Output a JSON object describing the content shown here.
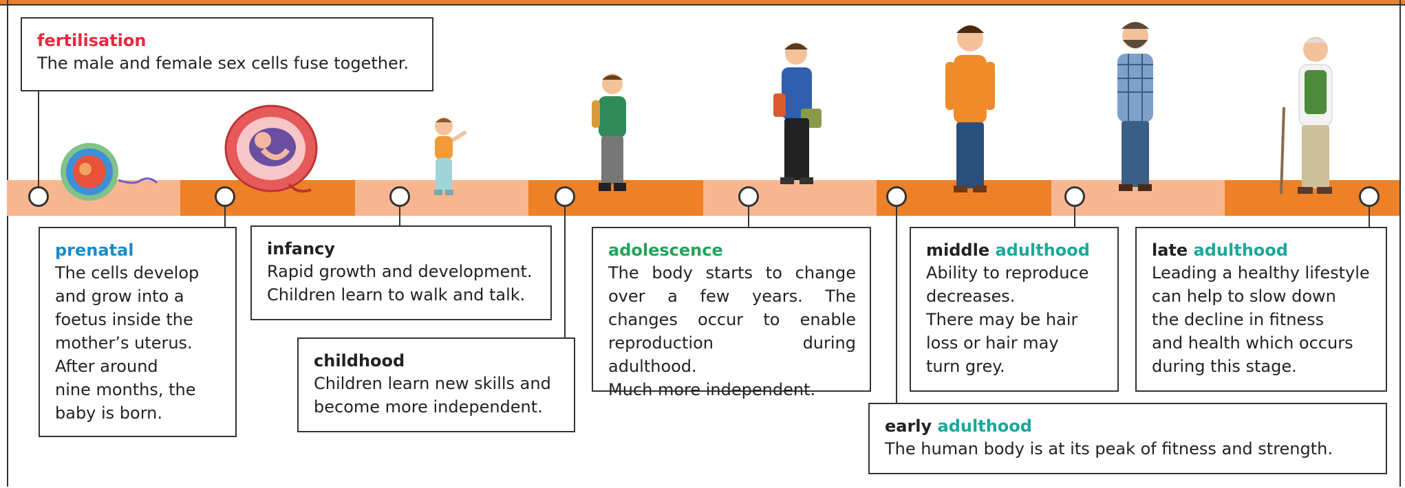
{
  "stages": {
    "fertilisation": {
      "title_parts": [
        {
          "text": "fertilisation",
          "color": "#e8283a"
        }
      ],
      "description": "The male and female sex cells fuse together."
    },
    "prenatal": {
      "title_parts": [
        {
          "text": "prenatal",
          "color": "#1a8cc6"
        }
      ],
      "description": "The cells develop\nand grow into a\nfoetus inside the\nmother’s uterus.\nAfter around\nnine months, the\nbaby is born."
    },
    "infancy": {
      "title_parts": [
        {
          "text": "infancy",
          "color": "#222222"
        }
      ],
      "description": "Rapid growth and development.\nChildren learn to walk and talk."
    },
    "childhood": {
      "title_parts": [
        {
          "text": "childhood",
          "color": "#222222"
        }
      ],
      "description": "Children learn new skills and\nbecome more independent."
    },
    "adolescence": {
      "title_parts": [
        {
          "text": "adolescence",
          "color": "#22a35a"
        }
      ],
      "description": "The body starts to change over a few years. The changes occur to enable reproduction during adulthood.\nMuch more independent."
    },
    "early_adulthood": {
      "title_parts": [
        {
          "text": "early",
          "color": "#222222"
        },
        {
          "text": "adulthood",
          "color": "#1aa89a"
        }
      ],
      "description": "The human body is at its peak of fitness and strength."
    },
    "middle_adulthood": {
      "title_parts": [
        {
          "text": "middle",
          "color": "#222222"
        },
        {
          "text": "adulthood",
          "color": "#1aa89a"
        }
      ],
      "description": "Ability to reproduce\ndecreases.\nThere may be hair\nloss or hair may\nturn grey."
    },
    "late_adulthood": {
      "title_parts": [
        {
          "text": "late",
          "color": "#222222"
        },
        {
          "text": "adulthood",
          "color": "#1aa89a"
        }
      ],
      "description": "Leading a healthy lifestyle\ncan help to slow down\nthe decline in fitness\nand health which occurs\nduring this stage."
    }
  },
  "colors": {
    "band_light": "#f8b690",
    "band_dark": "#ee8127",
    "accent_orange": "#e8822e",
    "outline": "#333333"
  },
  "illustrations": [
    "zygote-illustration",
    "foetus-in-uterus-illustration",
    "toddler-illustration",
    "child-illustration",
    "teen-illustration",
    "young-adult-illustration",
    "middle-aged-man-illustration",
    "elderly-man-illustration"
  ]
}
